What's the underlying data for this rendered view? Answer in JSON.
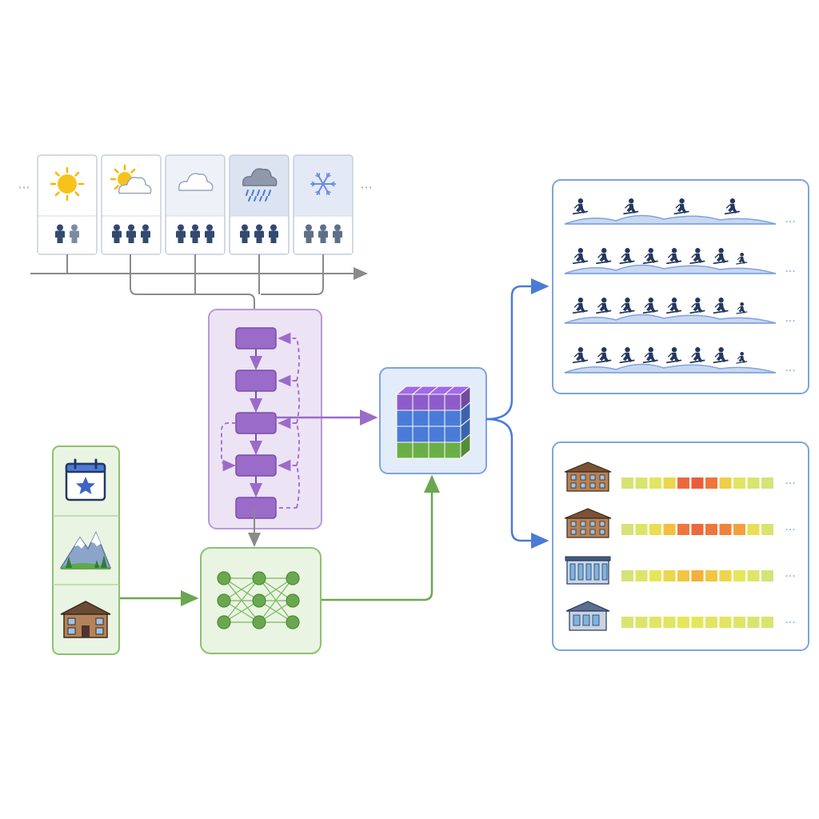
{
  "weather_strip": {
    "cards": [
      {
        "weather": "sunny",
        "weather_icon": "sun-icon",
        "people": 2,
        "shade": "#ffffff"
      },
      {
        "weather": "partly-cloudy",
        "weather_icon": "partly-cloudy-icon",
        "people": 3,
        "shade": "#ffffff"
      },
      {
        "weather": "cloudy",
        "weather_icon": "cloud-icon",
        "people": 3,
        "shade": "#eef1f8"
      },
      {
        "weather": "rain",
        "weather_icon": "rain-cloud-icon",
        "people": 3,
        "shade": "#dce3f1"
      },
      {
        "weather": "snow",
        "weather_icon": "snowflake-icon",
        "people": 3,
        "shade": "#e4e9f6"
      }
    ],
    "ellipsis": "···"
  },
  "sequence_model": {
    "blocks": 5,
    "color": "#9b6bc9"
  },
  "context_features": {
    "items": [
      "calendar-star-icon",
      "mountain-icon",
      "lodge-icon"
    ],
    "color": "#6aa84f"
  },
  "neural_network": {
    "layers": [
      3,
      3,
      3
    ],
    "color": "#6aa84f"
  },
  "feature_tensor": {
    "layer_colors": [
      "#8e5cc9",
      "#4a7bd8",
      "#4a7bd8",
      "#6cae46"
    ]
  },
  "skier_forecast": {
    "rows": [
      {
        "skiers": 4
      },
      {
        "skiers": 8
      },
      {
        "skiers": 8
      },
      {
        "skiers": 8
      }
    ],
    "ellipsis": "···"
  },
  "occupancy_forecast": {
    "rows": [
      {
        "building": "lodge-icon",
        "levels": [
          0.15,
          0.2,
          0.3,
          0.45,
          0.9,
          0.95,
          0.85,
          0.5,
          0.3,
          0.2,
          0.15
        ]
      },
      {
        "building": "lodge-icon",
        "levels": [
          0.15,
          0.25,
          0.4,
          0.6,
          0.85,
          0.9,
          0.85,
          0.8,
          0.7,
          0.4,
          0.2
        ]
      },
      {
        "building": "station-icon",
        "levels": [
          0.15,
          0.25,
          0.35,
          0.45,
          0.55,
          0.65,
          0.55,
          0.45,
          0.35,
          0.25,
          0.15
        ]
      },
      {
        "building": "chalet-icon",
        "levels": [
          0.2,
          0.25,
          0.3,
          0.3,
          0.35,
          0.35,
          0.3,
          0.3,
          0.25,
          0.2,
          0.2
        ]
      }
    ],
    "ellipsis": "···"
  },
  "colors": {
    "purple": "#9b6bc9",
    "purple_fill": "#ece3f5",
    "green": "#6aa84f",
    "green_fill": "#eaf4e3",
    "blue": "#4a7bd8",
    "blue_fill": "#e3ecf9",
    "navy": "#24385f",
    "gray_line": "#8a8a8a"
  }
}
